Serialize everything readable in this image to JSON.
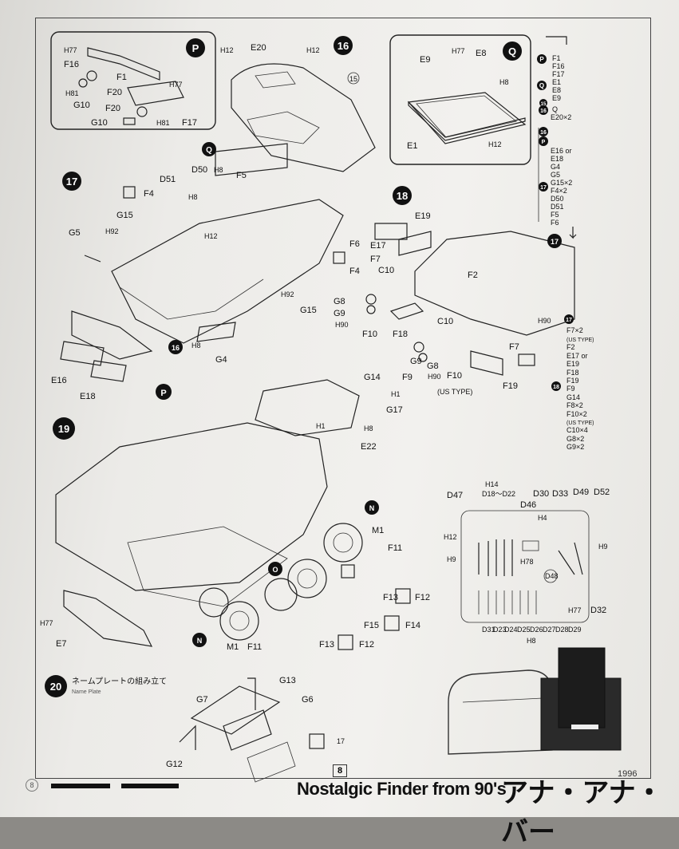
{
  "steps": {
    "p": {
      "num": "P",
      "labels": [
        "H77",
        "F16",
        "F1",
        "H81",
        "G10",
        "F20",
        "F20",
        "H77",
        "G10",
        "H81",
        "F17"
      ]
    },
    "s16": {
      "num": "16",
      "labels": [
        "H12",
        "E20",
        "H12",
        "15",
        "Q"
      ]
    },
    "q": {
      "num": "Q",
      "labels": [
        "E9",
        "H77",
        "E8",
        "H8",
        "E1",
        "H12"
      ]
    },
    "s17": {
      "num": "17",
      "labels": [
        "D51",
        "F4",
        "D50",
        "H8",
        "F5",
        "H8",
        "G15",
        "H92",
        "H12",
        "G5",
        "F6",
        "F4",
        "H92",
        "G15",
        "16",
        "H8",
        "G4",
        "E16",
        "E18",
        "P"
      ]
    },
    "s18": {
      "num": "18",
      "labels": [
        "E19",
        "E17",
        "F7",
        "C10",
        "F2",
        "17",
        "G8",
        "G9",
        "H90",
        "F10",
        "F18",
        "C10",
        "H90",
        "G14",
        "F9",
        "G9",
        "G8",
        "H90",
        "F10",
        "(US TYPE)",
        "F7",
        "F19"
      ]
    },
    "s19": {
      "num": "19",
      "labels": [
        "H1",
        "G17",
        "H1",
        "H8",
        "E22",
        "N",
        "M1",
        "F11",
        "F13",
        "F12",
        "O",
        "F15",
        "F14",
        "N",
        "M1",
        "F11",
        "F13",
        "F12",
        "H77",
        "E7"
      ]
    },
    "s20": {
      "num": "20",
      "title": "ネームプレートの組み立て",
      "subtitle": "Name Plate",
      "labels": [
        "G13",
        "G7",
        "G6",
        "G12",
        "17"
      ]
    }
  },
  "tools": {
    "labels": [
      "H14",
      "D18～D22",
      "D47",
      "D30",
      "D33",
      "D49",
      "D52",
      "D46",
      "H4",
      "H12",
      "H9",
      "H78",
      "H9",
      "D48",
      "H77",
      "D32",
      "D31",
      "D23",
      "D24",
      "D25",
      "D26",
      "D27",
      "D28",
      "D29",
      "H8"
    ]
  },
  "sequence_list": [
    "P",
    "F1",
    "F16",
    "F17",
    "Q",
    "E1",
    "E8",
    "E9",
    "16",
    "15",
    "Q",
    "E20×2",
    "16",
    "P",
    "E16 or",
    "E18",
    "G4",
    "G5",
    "G15×2",
    "F4×2",
    "17",
    "D50",
    "D51",
    "F5",
    "F6"
  ],
  "sequence_list2": [
    "17",
    "F7×2",
    "(US TYPE)",
    "F2",
    "E17 or",
    "E19",
    "F18",
    "F19",
    "F9",
    "18",
    "G14",
    "F8×2",
    "F10×2",
    "(US TYPE)",
    "C10×4",
    "G8×2",
    "G9×2"
  ],
  "footer": {
    "page": "8",
    "page_mark": "8",
    "title": "Nostalgic Finder from 90's",
    "logo": "アナ・アナ・バー",
    "year": "1996"
  }
}
